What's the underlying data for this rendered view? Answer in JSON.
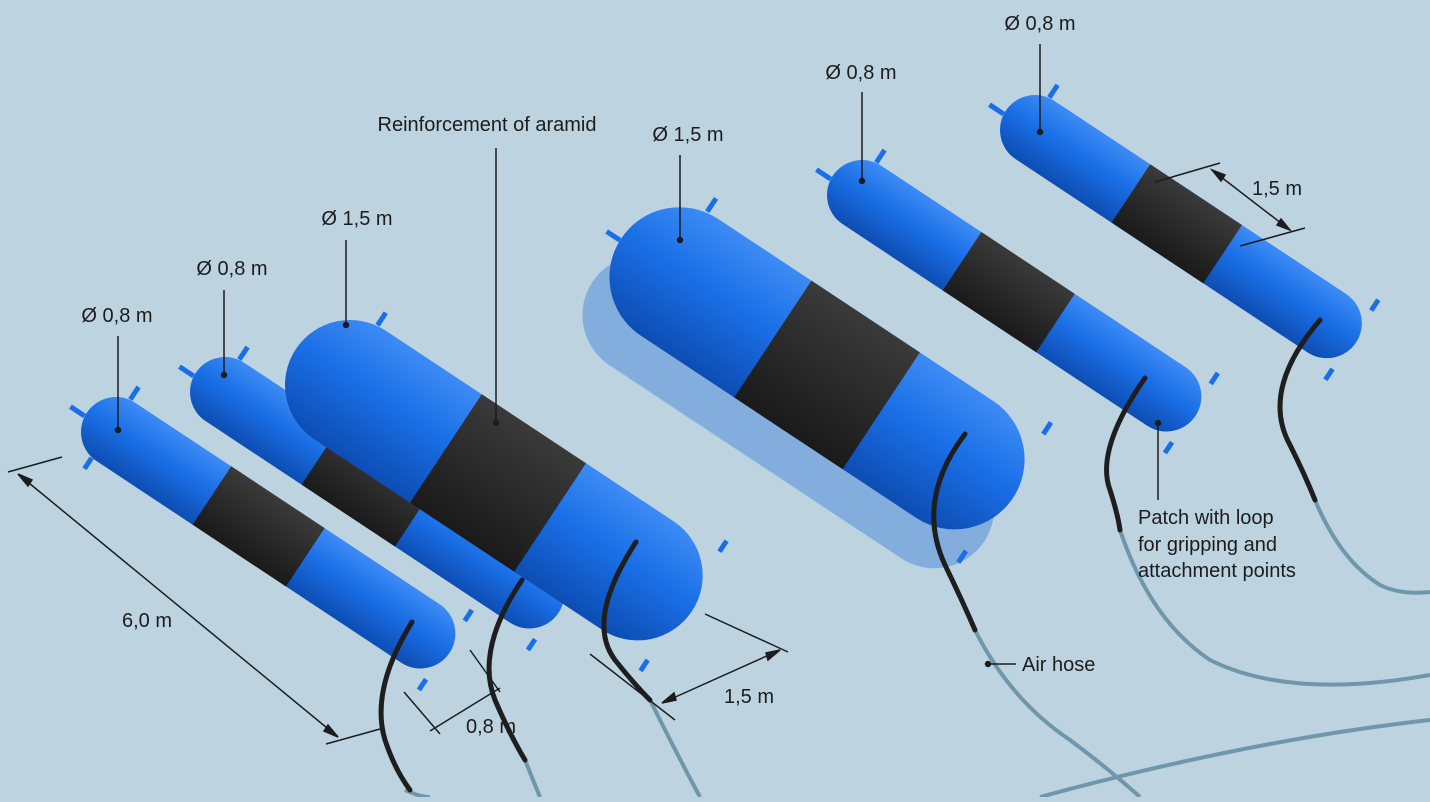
{
  "labels": {
    "dia_small_1": "Ø 0,8 m",
    "dia_small_2": "Ø 0,8 m",
    "dia_large_1": "Ø 1,5 m",
    "reinforcement": "Reinforcement of aramid",
    "dia_large_2": "Ø 1,5 m",
    "dia_small_3": "Ø 0,8 m",
    "dia_small_4": "Ø 0,8 m",
    "length": "6,0 m",
    "width_small": "0,8 m",
    "width_large": "1,5 m",
    "band_width": "1,5 m",
    "air_hose": "Air hose",
    "patch_line1": "Patch with loop",
    "patch_line2": "for gripping and",
    "patch_line3": "attachment points"
  },
  "colors": {
    "background": "#bdd4e0",
    "tube_body": "#1a6fe6",
    "tube_shadow": "#0f4fb0",
    "band": "#262626",
    "hose_dark": "#1e1e1e",
    "hose_light": "#6f96aa",
    "line": "#1c1c1c"
  }
}
